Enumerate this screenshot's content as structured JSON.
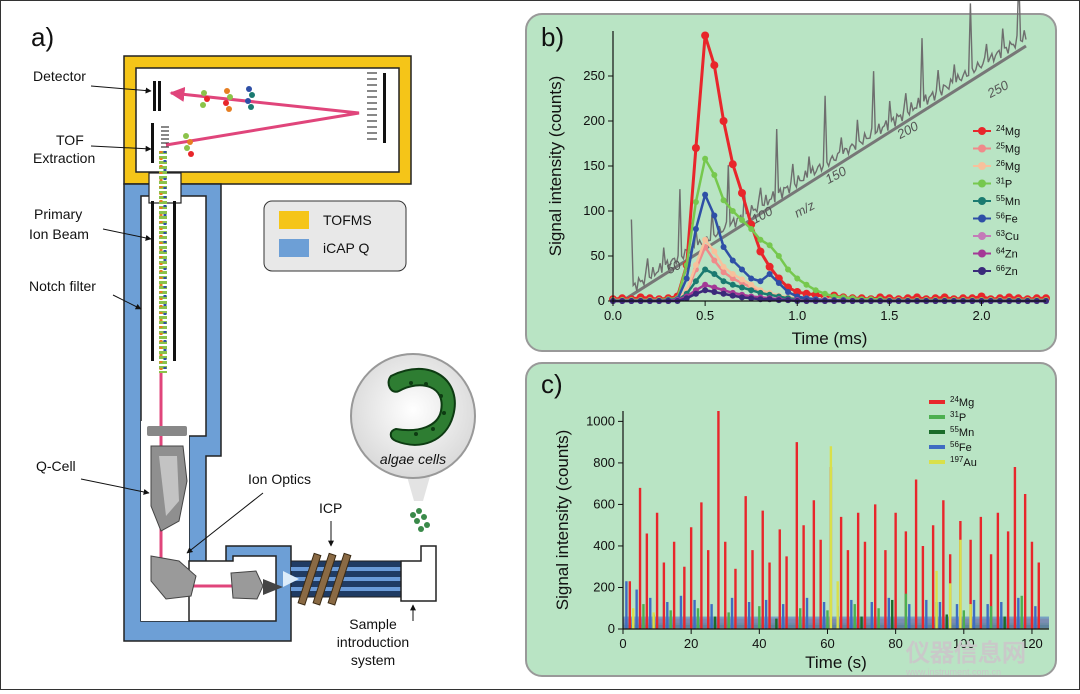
{
  "panel_a": {
    "letter": "a)",
    "labels": {
      "detector": "Detector",
      "tof_line1": "TOF",
      "tof_line2": "Extraction",
      "primary_line1": "Primary",
      "primary_line2": "Ion Beam",
      "notch": "Notch filter",
      "qcell": "Q-Cell",
      "ion_optics": "Ion Optics",
      "icp": "ICP",
      "sample_line1": "Sample",
      "sample_line2": "introduction",
      "sample_line3": "system",
      "algae": "algae cells"
    },
    "legend": [
      {
        "label": "TOFMS",
        "color": "#f5c518"
      },
      {
        "label": "iCAP Q",
        "color": "#6d9fd6"
      }
    ]
  },
  "panel_b": {
    "letter": "b)",
    "mz_label": "m/z",
    "mz_ticks": [
      "50",
      "100",
      "150",
      "200",
      "250"
    ]
  },
  "panel_c": {
    "letter": "c)"
  },
  "watermark": {
    "main": "仪器信息网",
    "sub": "www.instrument.com.cn"
  },
  "chart_data": [
    {
      "type": "line",
      "xlabel": "Time (ms)",
      "ylabel": "Signal intensity (counts)",
      "xlim": [
        0,
        2.35
      ],
      "ylim": [
        0,
        300
      ],
      "xticks": [
        0.0,
        0.5,
        1.0,
        1.5,
        2.0
      ],
      "xtick_labels": [
        "0.0",
        "0.5",
        "1.0",
        "1.5",
        "2.0"
      ],
      "yticks": [
        0,
        50,
        100,
        150,
        200,
        250
      ],
      "legend_position": "right",
      "x": [
        0.0,
        0.05,
        0.1,
        0.15,
        0.2,
        0.25,
        0.3,
        0.35,
        0.4,
        0.45,
        0.5,
        0.55,
        0.6,
        0.65,
        0.7,
        0.75,
        0.8,
        0.85,
        0.9,
        0.95,
        1.0,
        1.05,
        1.1,
        1.15,
        1.2,
        1.25,
        1.3,
        1.35,
        1.4,
        1.45,
        1.5,
        1.55,
        1.6,
        1.65,
        1.7,
        1.75,
        1.8,
        1.85,
        1.9,
        1.95,
        2.0,
        2.05,
        2.1,
        2.15,
        2.2,
        2.25,
        2.3,
        2.35
      ],
      "series": [
        {
          "mass": "24",
          "element": "Mg",
          "color": "#e8262b",
          "values": [
            2,
            3,
            2,
            4,
            3,
            2,
            3,
            5,
            40,
            170,
            295,
            262,
            200,
            152,
            120,
            85,
            55,
            38,
            25,
            15,
            10,
            8,
            7,
            5,
            6,
            4,
            3,
            3,
            2,
            4,
            3,
            2,
            3,
            4,
            2,
            3,
            4,
            2,
            3,
            3,
            5,
            2,
            3,
            4,
            3,
            2,
            3,
            3
          ]
        },
        {
          "mass": "25",
          "element": "Mg",
          "color": "#f08a8a",
          "values": [
            1,
            1,
            1,
            1,
            1,
            1,
            1,
            2,
            10,
            35,
            60,
            45,
            32,
            25,
            20,
            15,
            10,
            8,
            5,
            4,
            3,
            3,
            2,
            2,
            2,
            1,
            1,
            1,
            1,
            1,
            1,
            1,
            1,
            1,
            1,
            1,
            1,
            1,
            1,
            1,
            1,
            1,
            1,
            1,
            1,
            1,
            1,
            1
          ]
        },
        {
          "mass": "26",
          "element": "Mg",
          "color": "#f7c19c",
          "values": [
            1,
            1,
            1,
            1,
            1,
            1,
            1,
            2,
            12,
            40,
            68,
            55,
            38,
            30,
            24,
            18,
            12,
            9,
            6,
            4,
            3,
            3,
            2,
            2,
            2,
            1,
            1,
            1,
            1,
            1,
            1,
            1,
            1,
            1,
            1,
            1,
            1,
            1,
            1,
            1,
            1,
            1,
            1,
            1,
            1,
            1,
            1,
            1
          ]
        },
        {
          "mass": "31",
          "element": "P",
          "color": "#76c84e",
          "values": [
            1,
            1,
            1,
            1,
            1,
            1,
            2,
            3,
            40,
            110,
            158,
            140,
            112,
            100,
            90,
            80,
            68,
            62,
            50,
            35,
            25,
            18,
            12,
            8,
            5,
            4,
            3,
            2,
            2,
            2,
            1,
            1,
            1,
            1,
            1,
            1,
            1,
            1,
            1,
            1,
            1,
            1,
            1,
            1,
            1,
            1,
            1,
            1
          ]
        },
        {
          "mass": "55",
          "element": "Mn",
          "color": "#1a7a70",
          "values": [
            0,
            0,
            0,
            0,
            0,
            0,
            0,
            1,
            8,
            22,
            35,
            30,
            22,
            18,
            15,
            12,
            9,
            7,
            5,
            3,
            2,
            2,
            1,
            1,
            1,
            0,
            0,
            0,
            0,
            0,
            0,
            0,
            0,
            0,
            0,
            0,
            0,
            0,
            0,
            0,
            0,
            0,
            0,
            0,
            0,
            0,
            0,
            0
          ]
        },
        {
          "mass": "56",
          "element": "Fe",
          "color": "#2e4fa6",
          "values": [
            0,
            0,
            0,
            0,
            0,
            0,
            1,
            2,
            25,
            80,
            118,
            95,
            60,
            45,
            35,
            25,
            22,
            30,
            20,
            10,
            5,
            3,
            2,
            1,
            1,
            1,
            0,
            0,
            0,
            0,
            0,
            0,
            0,
            0,
            0,
            0,
            0,
            0,
            0,
            0,
            0,
            0,
            0,
            0,
            0,
            0,
            0,
            0
          ]
        },
        {
          "mass": "63",
          "element": "Cu",
          "color": "#c47ab8",
          "values": [
            0,
            0,
            0,
            0,
            0,
            0,
            0,
            1,
            4,
            8,
            12,
            10,
            8,
            6,
            5,
            4,
            3,
            2,
            2,
            1,
            1,
            0,
            0,
            0,
            0,
            0,
            0,
            0,
            0,
            0,
            0,
            0,
            0,
            0,
            0,
            0,
            0,
            0,
            0,
            0,
            0,
            0,
            0,
            0,
            0,
            0,
            0,
            0
          ]
        },
        {
          "mass": "64",
          "element": "Zn",
          "color": "#a43896",
          "values": [
            0,
            0,
            0,
            0,
            0,
            0,
            0,
            1,
            5,
            12,
            18,
            15,
            12,
            9,
            7,
            5,
            4,
            3,
            2,
            1,
            1,
            0,
            0,
            0,
            0,
            0,
            0,
            0,
            0,
            0,
            0,
            0,
            0,
            0,
            0,
            0,
            0,
            0,
            0,
            0,
            0,
            0,
            0,
            0,
            0,
            0,
            0,
            0
          ]
        },
        {
          "mass": "66",
          "element": "Zn",
          "color": "#3a2a7a",
          "values": [
            0,
            0,
            0,
            0,
            0,
            0,
            0,
            0,
            3,
            8,
            12,
            10,
            8,
            6,
            4,
            3,
            2,
            2,
            1,
            1,
            0,
            0,
            0,
            0,
            0,
            0,
            0,
            0,
            0,
            0,
            0,
            0,
            0,
            0,
            0,
            0,
            0,
            0,
            0,
            0,
            0,
            0,
            0,
            0,
            0,
            0,
            0,
            0
          ]
        }
      ]
    },
    {
      "type": "bar",
      "xlabel": "Time (s)",
      "ylabel": "Signal intensity (counts)",
      "xlim": [
        0,
        125
      ],
      "ylim": [
        0,
        1050
      ],
      "xticks": [
        0,
        20,
        40,
        60,
        80,
        100,
        120
      ],
      "yticks": [
        0,
        200,
        400,
        600,
        800,
        1000
      ],
      "legend_position": "top-right",
      "series": [
        {
          "mass": "24",
          "element": "Mg",
          "color": "#e8262b",
          "peaks": [
            [
              2,
              230
            ],
            [
              5,
              680
            ],
            [
              7,
              460
            ],
            [
              10,
              560
            ],
            [
              12,
              320
            ],
            [
              15,
              420
            ],
            [
              18,
              300
            ],
            [
              20,
              490
            ],
            [
              23,
              610
            ],
            [
              25,
              380
            ],
            [
              28,
              1050
            ],
            [
              30,
              420
            ],
            [
              33,
              290
            ],
            [
              36,
              640
            ],
            [
              38,
              380
            ],
            [
              41,
              570
            ],
            [
              43,
              320
            ],
            [
              46,
              480
            ],
            [
              48,
              350
            ],
            [
              51,
              900
            ],
            [
              53,
              500
            ],
            [
              56,
              620
            ],
            [
              58,
              430
            ],
            [
              61,
              780
            ],
            [
              64,
              540
            ],
            [
              66,
              380
            ],
            [
              69,
              560
            ],
            [
              71,
              420
            ],
            [
              74,
              600
            ],
            [
              77,
              380
            ],
            [
              80,
              560
            ],
            [
              83,
              470
            ],
            [
              86,
              720
            ],
            [
              88,
              400
            ],
            [
              91,
              500
            ],
            [
              94,
              620
            ],
            [
              96,
              360
            ],
            [
              99,
              520
            ],
            [
              102,
              430
            ],
            [
              105,
              540
            ],
            [
              108,
              360
            ],
            [
              110,
              560
            ],
            [
              113,
              470
            ],
            [
              115,
              780
            ],
            [
              118,
              650
            ],
            [
              120,
              420
            ],
            [
              122,
              320
            ]
          ]
        },
        {
          "mass": "31",
          "element": "P",
          "color": "#4caf50",
          "peaks": [
            [
              6,
              120
            ],
            [
              14,
              90
            ],
            [
              22,
              100
            ],
            [
              31,
              80
            ],
            [
              40,
              110
            ],
            [
              52,
              100
            ],
            [
              60,
              90
            ],
            [
              68,
              120
            ],
            [
              75,
              100
            ],
            [
              83,
              170
            ],
            [
              92,
              130
            ],
            [
              100,
              90
            ],
            [
              108,
              110
            ],
            [
              117,
              160
            ]
          ]
        },
        {
          "mass": "55",
          "element": "Mn",
          "color": "#1a6b2a",
          "peaks": [
            [
              9,
              70
            ],
            [
              27,
              60
            ],
            [
              45,
              50
            ],
            [
              70,
              60
            ],
            [
              79,
              140
            ],
            [
              95,
              70
            ],
            [
              112,
              60
            ]
          ]
        },
        {
          "mass": "56",
          "element": "Fe",
          "color": "#3f6cc2",
          "peaks": [
            [
              1,
              230
            ],
            [
              4,
              190
            ],
            [
              8,
              150
            ],
            [
              13,
              130
            ],
            [
              17,
              160
            ],
            [
              21,
              140
            ],
            [
              26,
              120
            ],
            [
              32,
              150
            ],
            [
              37,
              130
            ],
            [
              42,
              140
            ],
            [
              47,
              120
            ],
            [
              54,
              150
            ],
            [
              59,
              130
            ],
            [
              63,
              110
            ],
            [
              67,
              140
            ],
            [
              73,
              130
            ],
            [
              78,
              150
            ],
            [
              84,
              120
            ],
            [
              89,
              140
            ],
            [
              93,
              130
            ],
            [
              98,
              120
            ],
            [
              103,
              140
            ],
            [
              107,
              120
            ],
            [
              111,
              130
            ],
            [
              116,
              150
            ],
            [
              121,
              110
            ]
          ]
        },
        {
          "mass": "197",
          "element": "Au",
          "color": "#d9e04a",
          "peaks": [
            [
              3,
              100
            ],
            [
              9,
              80
            ],
            [
              61,
              880
            ],
            [
              63,
              230
            ],
            [
              92,
              280
            ],
            [
              96,
              220
            ],
            [
              99,
              430
            ],
            [
              102,
              120
            ]
          ]
        }
      ]
    }
  ]
}
